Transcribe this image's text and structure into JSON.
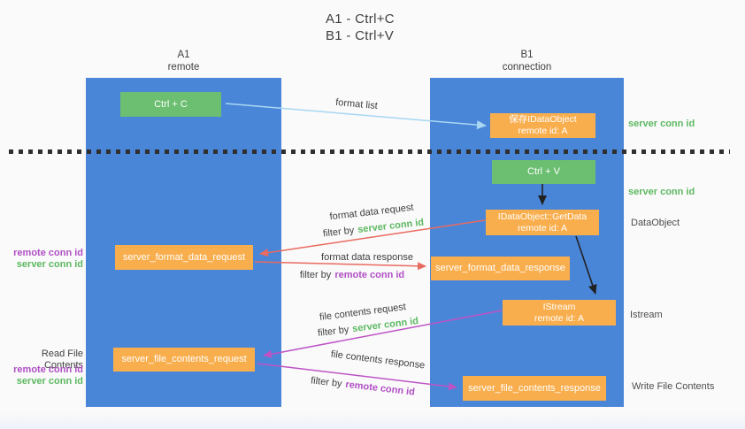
{
  "title": {
    "line1": "A1 - Ctrl+C",
    "line2": "B1 - Ctrl+V"
  },
  "lanes": {
    "a": {
      "title": "A1",
      "subtitle": "remote"
    },
    "b": {
      "title": "B1",
      "subtitle": "connection"
    }
  },
  "nodes": {
    "ctrl_c": {
      "label": "Ctrl + C"
    },
    "ctrl_v": {
      "label": "Ctrl + V"
    },
    "save_dataobject": {
      "line1": "保存IDataObject",
      "line2": "remote id: A"
    },
    "getdata": {
      "line1": "IDataObject::GetData",
      "line2": "remote id: A"
    },
    "istream": {
      "line1": "IStream",
      "line2": "remote id: A"
    },
    "server_format_data_request": {
      "label": "server_format_data_request"
    },
    "server_format_data_response": {
      "label": "server_format_data_response"
    },
    "server_file_contents_request": {
      "label": "server_file_contents_request"
    },
    "server_file_contents_response": {
      "label": "server_file_contents_response"
    }
  },
  "arrows": {
    "format_list": {
      "label": "format list"
    },
    "format_data_request": {
      "label": "format data request",
      "filter_prefix": "filter by",
      "filter_key": "server conn id"
    },
    "format_data_response": {
      "label": "format data response",
      "filter_prefix": "filter by",
      "filter_key": "remote conn id"
    },
    "file_contents_request": {
      "label": "file contents request",
      "filter_prefix": "filter by",
      "filter_key": "server conn id"
    },
    "file_contents_response": {
      "label": "file contents response",
      "filter_prefix": "filter by",
      "filter_key": "remote conn id"
    }
  },
  "side_labels": {
    "right_server_conn_id_top": "server conn id",
    "right_server_conn_id_mid": "server conn id",
    "right_dataobject": "DataObject",
    "right_istream": "Istream",
    "right_write_file_contents": "Write File Contents",
    "left_remote_conn_id_top": "remote conn id",
    "left_server_conn_id_top": "server conn id",
    "left_read_file_contents": "Read File Contents",
    "left_remote_conn_id_bottom": "remote conn id",
    "left_server_conn_id_bottom": "server conn id"
  },
  "colors": {
    "lane_blue": "#4a86d8",
    "box_orange": "#f9ae4d",
    "box_green": "#6cbe71",
    "arrow_red": "#e96a5f",
    "arrow_magenta": "#bd54c6",
    "arrow_blue": "#a8d7f3",
    "arrow_black": "#222222",
    "label_green": "#5cb860",
    "label_purple": "#b04fc4",
    "text_dark": "#3f3f3f",
    "text_gray": "#4c4c4c",
    "box_text": "#ffffff",
    "divider": "#2f2f2f",
    "bg": "#fafafa"
  }
}
